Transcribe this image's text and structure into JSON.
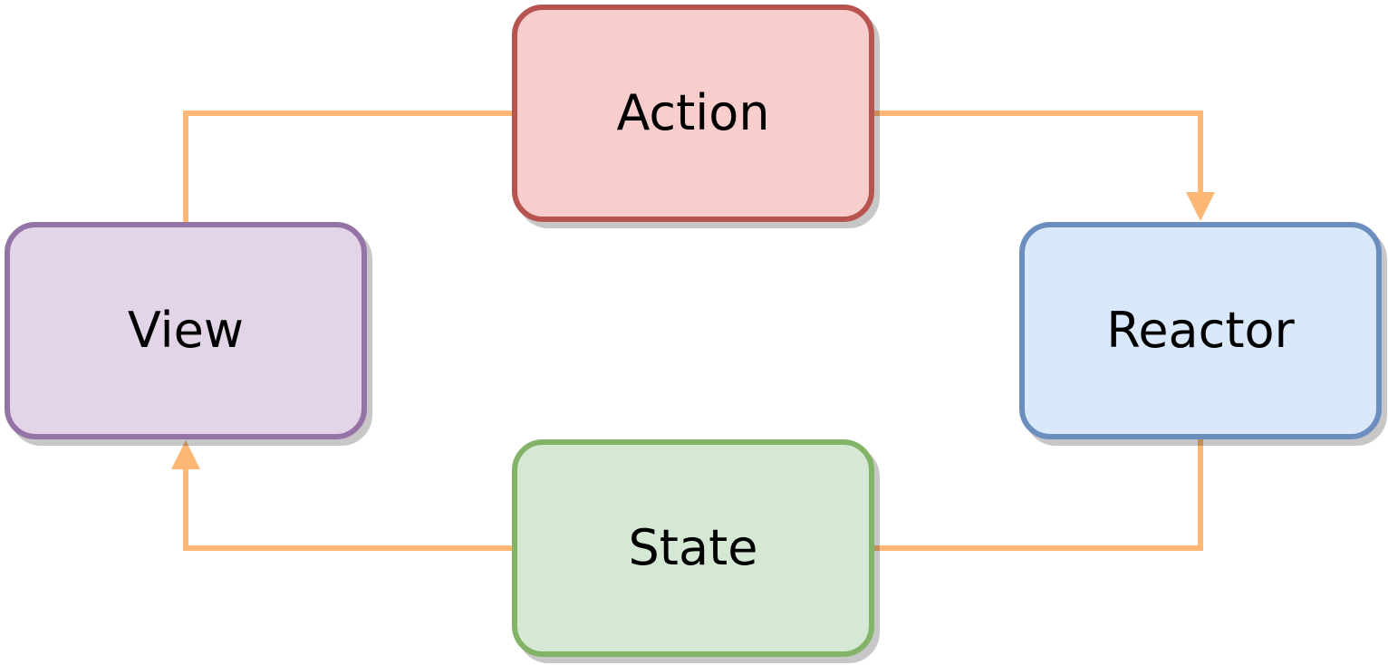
{
  "nodes": {
    "action": {
      "label": "Action",
      "fill": "#f8cecc",
      "stroke": "#b85450"
    },
    "view": {
      "label": "View",
      "fill": "#e1d5e7",
      "stroke": "#9673a6"
    },
    "reactor": {
      "label": "Reactor",
      "fill": "#dae8fc",
      "stroke": "#6c8ebf"
    },
    "state": {
      "label": "State",
      "fill": "#d5e8d4",
      "stroke": "#82b366"
    }
  },
  "edges": [
    {
      "from": "view",
      "to": "action",
      "arrowhead": false
    },
    {
      "from": "action",
      "to": "reactor",
      "arrowhead": true
    },
    {
      "from": "reactor",
      "to": "state",
      "arrowhead": false
    },
    {
      "from": "state",
      "to": "view",
      "arrowhead": true
    }
  ],
  "edge_color": "#fcb775"
}
